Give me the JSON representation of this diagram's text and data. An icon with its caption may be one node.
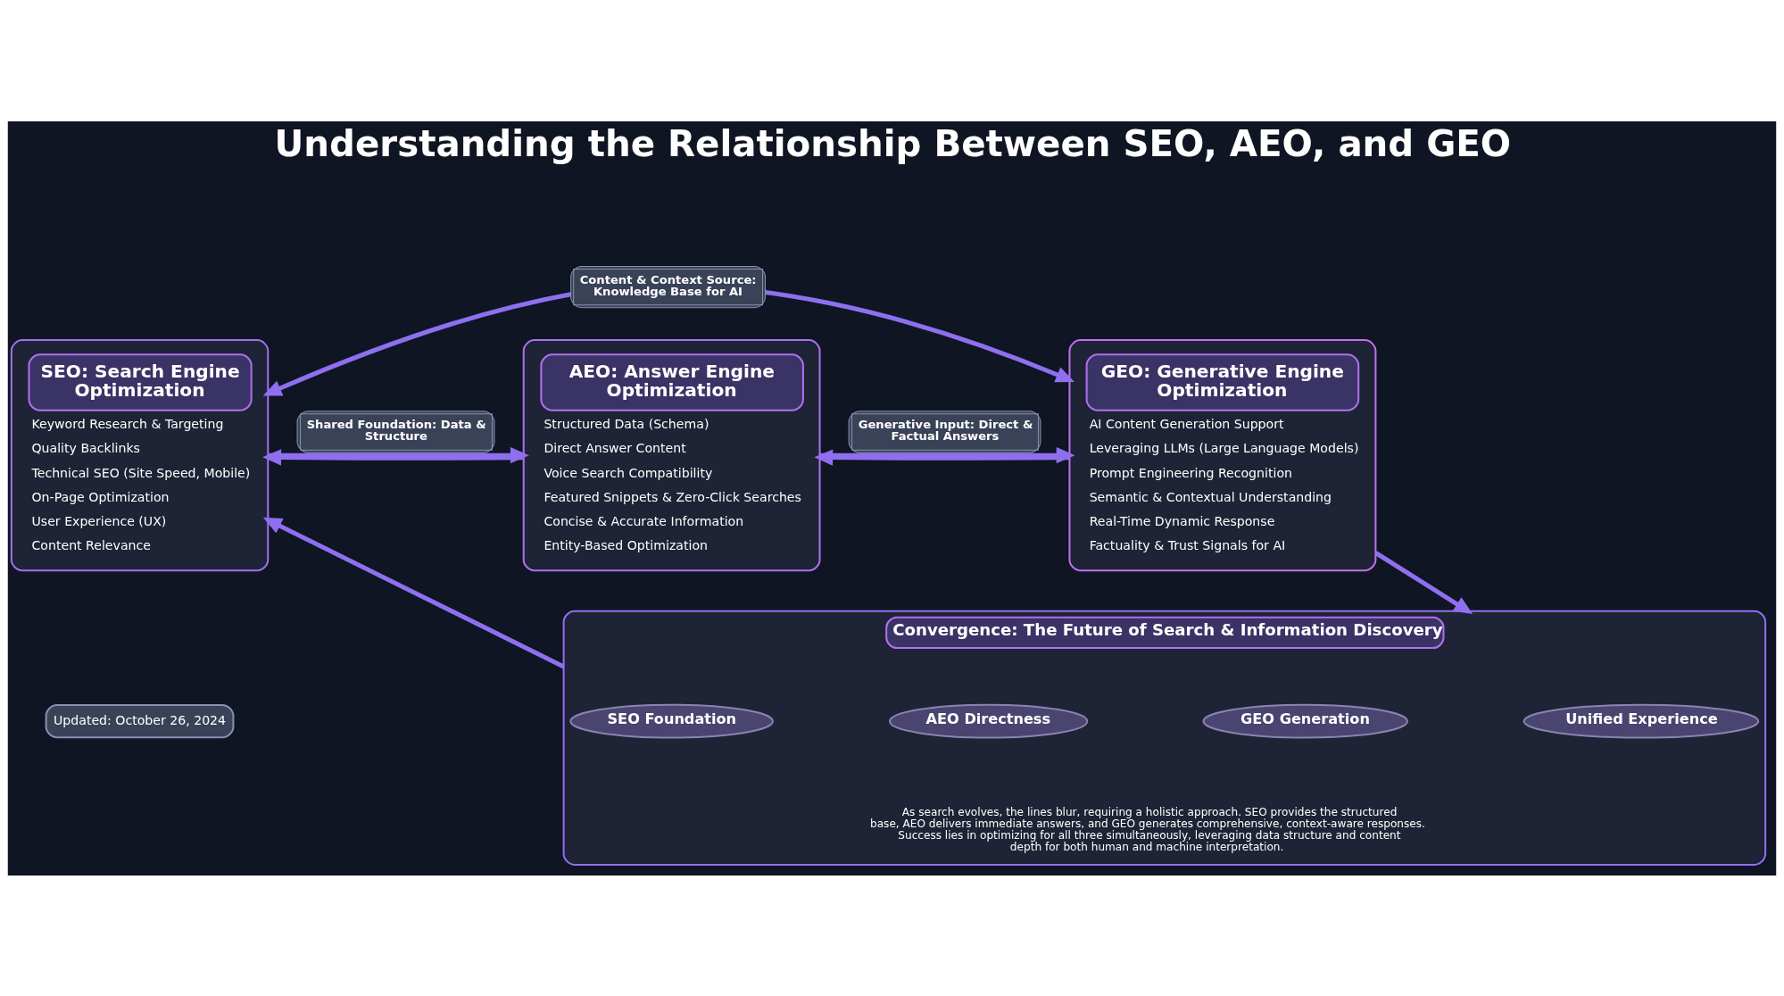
{
  "diagram": {
    "title": "Understanding the Relationship Between SEO, AEO, and GEO",
    "nodes": [
      {
        "text": [
          "SEO: Search Engine Optimization",
          "Keyword Research & Targeting",
          "Quality Backlinks",
          "Technical SEO (Site Speed, Mobile)",
          "On-Page Optimization",
          "User Experience (UX)",
          "Content Relevance"
        ]
      },
      {
        "text": [
          "AEO: Answer Engine Optimization",
          "Structured Data (Schema)",
          "Direct Answer Content",
          "Voice Search Compatibility",
          "Featured Snippets & Zero-Click Searches",
          "Concise & Accurate Information",
          "Entity-Based Optimization"
        ]
      },
      {
        "text": [
          "GEO: Generative Engine Optimization",
          "AI Content Generation Support",
          "Leveraging LLMs (Large Language Models)",
          "Prompt Engineering Recognition",
          "Semantic & Contextual Understanding",
          "Real-Time Dynamic Response",
          "Factuality & Trust Signals for AI"
        ]
      },
      {
        "text": [
          "Convergence: The Future of Search & Information Discovery",
          "As search evolves, the lines blur, requiring a holistic approach. SEO provides the structured base, AEO delivers immediate answers, and GEO generates comprehensive, context-aware responses. Success lies in optimizing for all three simultaneously, leveraging data structure and content depth for both human and machine interpretation."
        ]
      },
      {
        "text": [
          "SEO Foundation"
        ],
        "in": 3
      },
      {
        "text": [
          "AEO Directness"
        ],
        "in": 3
      },
      {
        "text": [
          "GEO Generation"
        ],
        "in": 3
      },
      {
        "text": [
          "Unified Experience"
        ],
        "in": 3
      }
    ],
    "edges": [
      {
        "from": 0,
        "to": 1,
        "arrow": "to",
        "label": "Shared Foundation: Data & Structure"
      },
      {
        "from": 1,
        "to": 0,
        "arrow": "to"
      },
      {
        "from": 1,
        "to": 2,
        "arrow": "to",
        "label": "Generative Input: Direct & Factual Answers"
      },
      {
        "from": 2,
        "to": 1,
        "arrow": "to"
      },
      {
        "from": 0,
        "to": 2,
        "arrow": "both",
        "label": "Content & Context Source: Knowledge Base for AI"
      },
      {
        "from": 3,
        "to": 0,
        "arrow": "to"
      },
      {
        "from": 2,
        "to": 3,
        "arrow": "to"
      }
    ],
    "labels": [
      "Updated: October 26, 2024"
    ]
  }
}
